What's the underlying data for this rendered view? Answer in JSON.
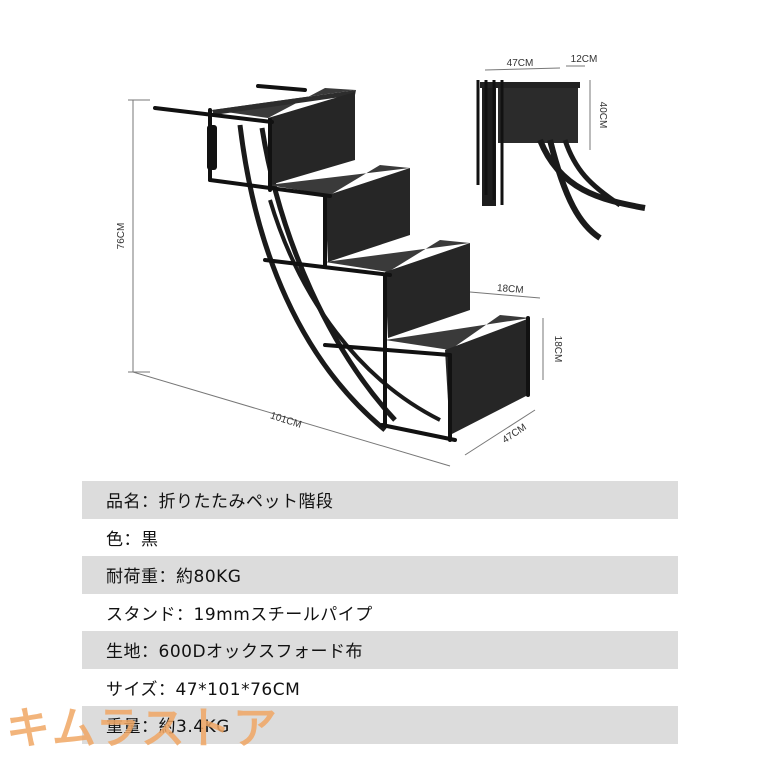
{
  "dimensions": {
    "height_main": "76CM",
    "length_main": "101CM",
    "depth_main": "47CM",
    "step_depth": "18CM",
    "step_height": "18CM",
    "folded_width": "47CM",
    "folded_thickness": "12CM",
    "folded_height": "40CM"
  },
  "specs": [
    {
      "text": "品名：折りたたみペット階段"
    },
    {
      "text": "色：黒"
    },
    {
      "text": "耐荷重：約80KG"
    },
    {
      "text": "スタンド：19mmスチールパイプ"
    },
    {
      "text": "生地：600Dオックスフォード布"
    },
    {
      "text": "サイズ：47*101*76CM"
    },
    {
      "text": "重量：約3.4KG"
    }
  ],
  "watermark": "キムラストア",
  "colors": {
    "row_shade": "#dcdcdc",
    "watermark": "#f0a765",
    "product": "#222222"
  }
}
